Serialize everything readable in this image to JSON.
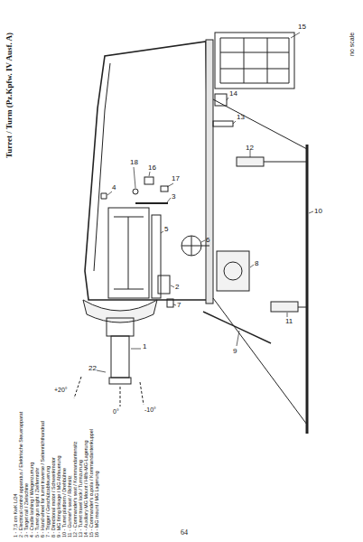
{
  "diagram": {
    "title": "Turret / Turm (Pz.Kpfw. IV Ausf. A)",
    "labels": [
      "1 - 7,5 cm KwK L/24",
      "2 - Electrical control apparatus / Elektrische Steuerapparat",
      "3 - Target rail / Zielschine",
      "4 - Cradle lashing / Wiegenzurrung",
      "5 - Turret gun sight / Zielfernrohr",
      "6 - Hand wheel for turret traverse / Seitenrichthandrad",
      "7 - Trigger / Geschützabfeuerung",
      "8 - Directional motor / Schwenkmotor",
      "9 - MG firing linkage / MG Abfeuerung",
      "10 - Turret platform / Drehbühne",
      "11 - Gunner's seat / Richtsitz",
      "12 - Commander's seat / Kommandantensitz",
      "13 - Turret travel lock / Turmzurrung",
      "14 - Auxiliary MG Mount / Hilfs-MG-Lagerung",
      "15 - Commander's cupola / Kommandantenkuppel",
      "16 - MG mount / MG Lagerung",
      "1",
      "2",
      "3",
      "4",
      "5",
      "6",
      "7",
      "8",
      "9",
      "10",
      "11",
      "12",
      "13",
      "14",
      "15",
      "16",
      "17",
      "18",
      "22",
      "+20°",
      "0°",
      "-10°",
      "64",
      "no scale"
    ]
  }
}
